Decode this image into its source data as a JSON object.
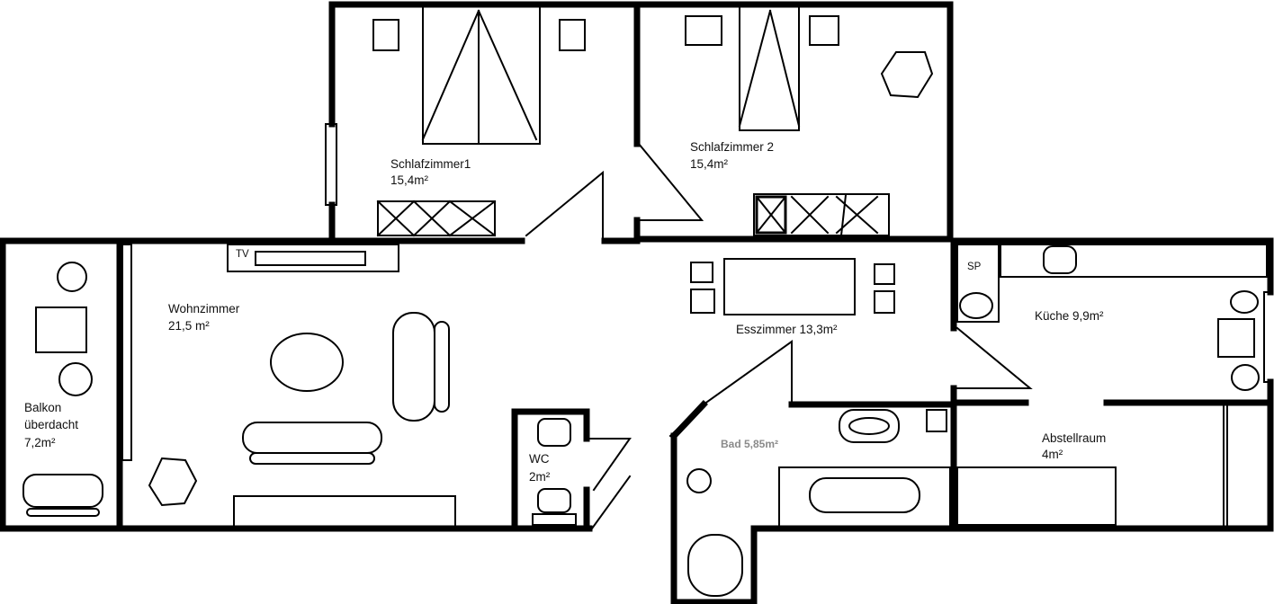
{
  "rooms": {
    "schlafzimmer1": {
      "name": "Schlafzimmer1",
      "area": "15,4m²"
    },
    "schlafzimmer2": {
      "name": "Schlafzimmer 2",
      "area": "15,4m²"
    },
    "wohnzimmer": {
      "name": "Wohnzimmer",
      "area": "21,5 m²"
    },
    "balkon": {
      "name_line1": "Balkon",
      "name_line2": "überdacht",
      "area": "7,2m²"
    },
    "esszimmer": {
      "label": "Esszimmer 13,3m²"
    },
    "kueche": {
      "label": "Küche 9,9m²"
    },
    "wc": {
      "name": "WC",
      "area": "2m²"
    },
    "bad": {
      "label": "Bad 5,85m²"
    },
    "abstellraum": {
      "name": "Abstellraum",
      "area": "4m²"
    }
  },
  "fixtures": {
    "tv": "TV",
    "sp": "SP"
  },
  "colors": {
    "wall": "#000000",
    "background": "#ffffff",
    "bad_label": "#8a8a8a"
  }
}
